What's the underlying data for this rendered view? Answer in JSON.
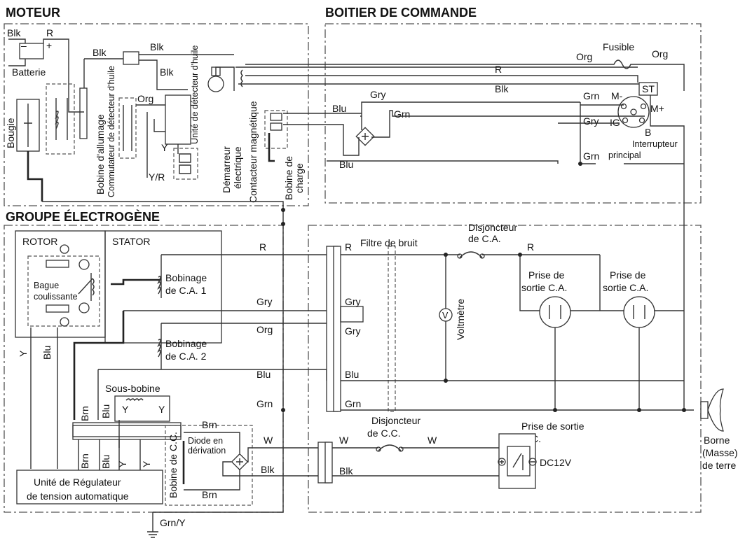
{
  "sections": {
    "moteur": "MOTEUR",
    "boitier": "BOITIER DE COMMANDE",
    "groupe": "GROUPE ÉLECTROGÈNE"
  },
  "boxes": {
    "rotor": "ROTOR",
    "stator": "STATOR"
  },
  "components": {
    "batterie": "Batterie",
    "bougie": "Bougie",
    "bobine_allumage": "Bobine d'allumage",
    "commutateur": "Commutateur de détecteur d'huile",
    "unite_detecteur": "Unité de détecteur d'huile",
    "demarreur_1": "Démarreur",
    "demarreur_2": "électrique",
    "contacteur": "Contacteur magnétique",
    "bobine_charge_1": "Bobine de",
    "bobine_charge_2": "charge",
    "fusible": "Fusible",
    "interrupteur_1": "Interrupteur",
    "interrupteur_2": "principal",
    "bague_1": "Bague",
    "bague_2": "coulissante",
    "bobinage1_1": "Bobinage",
    "bobinage1_2": "de C.A. 1",
    "bobinage2_1": "Bobinage",
    "bobinage2_2": "de C.A. 2",
    "sous_bobine": "Sous-bobine",
    "filtre": "Filtre de bruit",
    "disj_ca_1": "Disjoncteur",
    "disj_ca_2": "de C.A.",
    "voltmetre": "Voltmètre",
    "prise_ca1_1": "Prise de",
    "prise_ca1_2": "sortie C.A.",
    "prise_ca2_1": "Prise de",
    "prise_ca2_2": "sortie C.A.",
    "disj_cc_1": "Disjoncteur",
    "disj_cc_2": "de C.C.",
    "prise_cc_1": "Prise de sortie",
    "prise_cc_2": "C.C.",
    "dc12v": "DC12V",
    "bobine_cc": "Bobine de C.C.",
    "diode_1": "Diode en",
    "diode_2": "dérivation",
    "regulateur_1": "Unité de Régulateur",
    "regulateur_2": "de tension automatique",
    "borne_1": "Borne",
    "borne_2": "(Masse)",
    "borne_3": "de terre"
  },
  "terminals": {
    "m_minus": "M-",
    "m_plus": "M+",
    "st": "ST",
    "ig": "IG",
    "b": "B",
    "plus": "+",
    "minus": "–"
  },
  "wires": {
    "blk": "Blk",
    "r": "R",
    "org": "Org",
    "gry": "Gry",
    "grn": "Grn",
    "blu": "Blu",
    "y": "Y",
    "yr": "Y/R",
    "brn": "Brn",
    "w": "W",
    "grny": "Grn/Y"
  }
}
